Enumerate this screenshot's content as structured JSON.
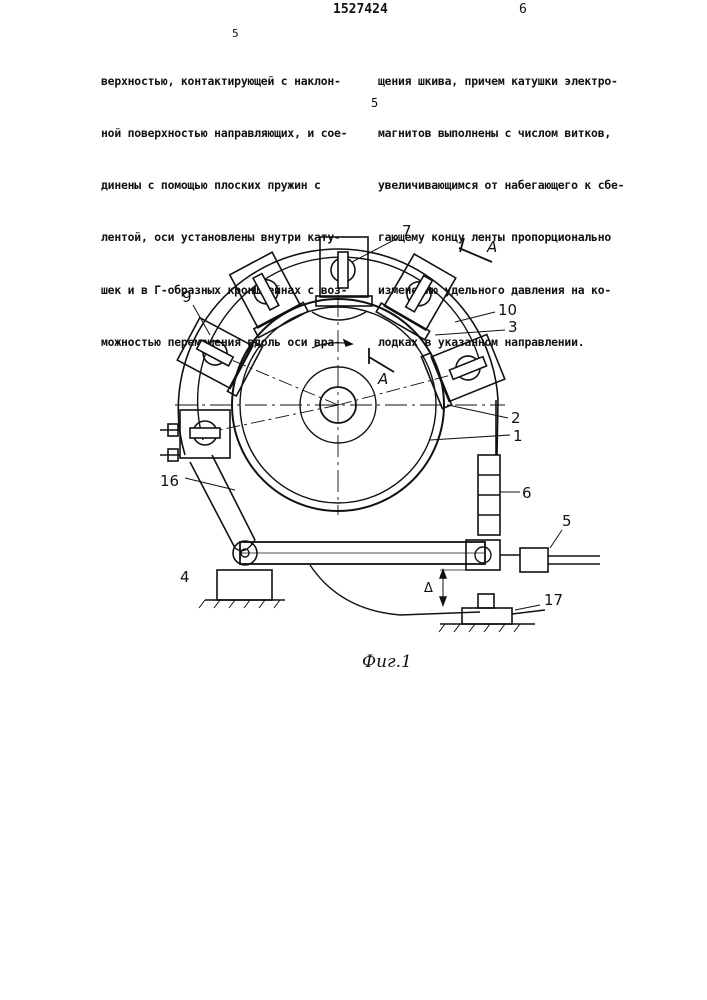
{
  "header": {
    "left_page": "5",
    "patent_number": "1527424",
    "right_page": "6",
    "margin_line_number": "5"
  },
  "left_column": [
    "верхностью, контактирующей с наклон-",
    "ной поверхностью направляющих, и сое-",
    "динены с помощью плоских пружин с",
    "лентой, оси установлены внутри кату-",
    "шек и в Г-образных кронштейнах с воз-",
    "можностью перемещения вдоль оси вра-"
  ],
  "right_column": [
    "щения шкива, причем катушки электро-",
    "магнитов выполнены с числом витков,",
    "увеличивающимся от набегающего к сбе-",
    "гающему концу ленты пропорционально",
    "изменению удельного давления на ко-",
    "лодках в указанном направлении."
  ],
  "figure": {
    "labels": [
      "7",
      "9",
      "10",
      "3",
      "2",
      "1",
      "6",
      "16",
      "5",
      "4",
      "17"
    ],
    "section_label": "А",
    "gap_label": "Δ",
    "caption": "Фиг.1"
  }
}
